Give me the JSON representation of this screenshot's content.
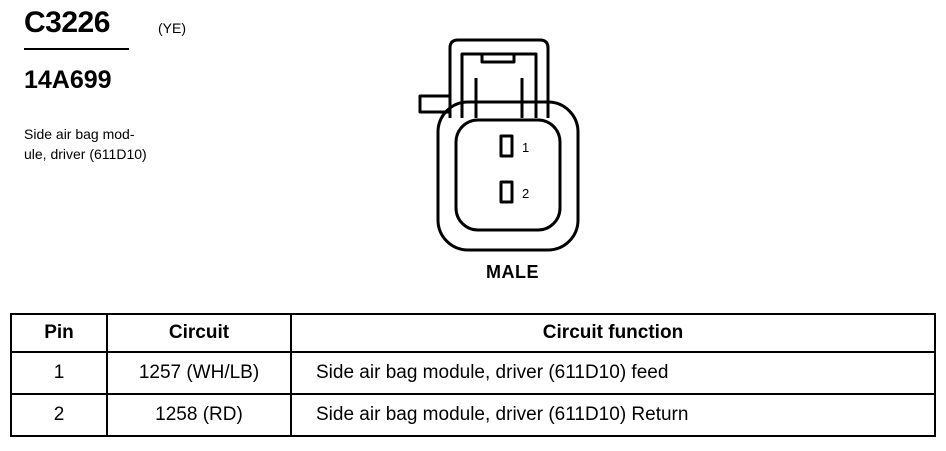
{
  "header": {
    "connector_id": "C3226",
    "color_code": "(YE)",
    "part_number": "14A699",
    "description": "Side air bag mod-\nule, driver (611D10)"
  },
  "connector": {
    "gender": "MALE",
    "pin_labels": [
      "1",
      "2"
    ]
  },
  "table": {
    "headers": {
      "pin": "Pin",
      "circuit": "Circuit",
      "function": "Circuit function"
    },
    "rows": [
      {
        "pin": "1",
        "circuit": "1257 (WH/LB)",
        "function": "Side air bag module, driver (611D10) feed"
      },
      {
        "pin": "2",
        "circuit": "1258 (RD)",
        "function": "Side air bag module, driver (611D10) Return"
      }
    ]
  }
}
